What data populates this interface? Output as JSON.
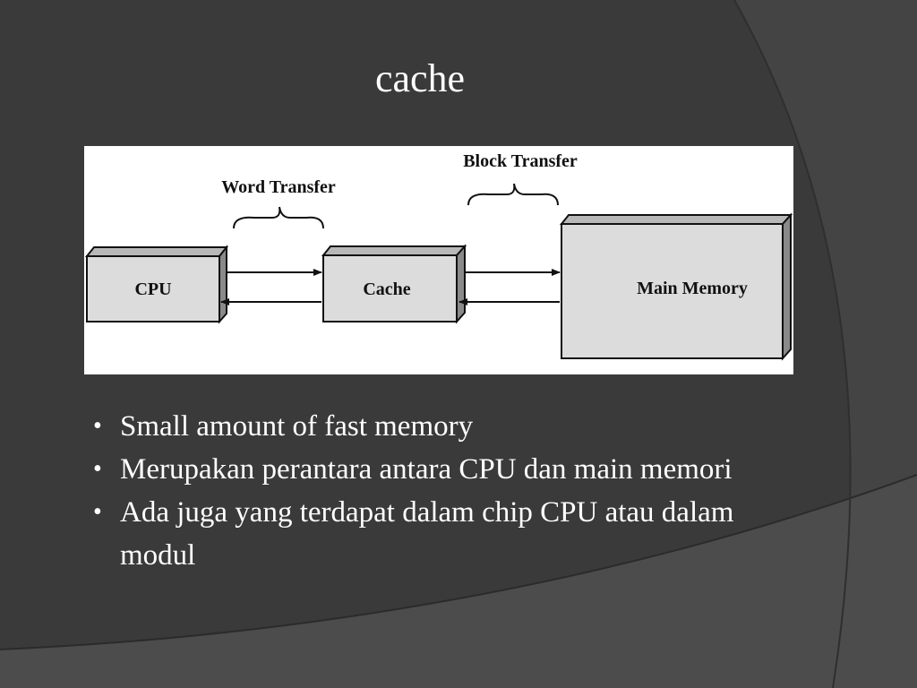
{
  "slide": {
    "title": "cache"
  },
  "diagram": {
    "labels": {
      "word_transfer": "Word Transfer",
      "block_transfer": "Block Transfer",
      "cpu": "CPU",
      "cache": "Cache",
      "main_memory": "Main Memory"
    }
  },
  "bullets": [
    "Small amount of fast memory",
    "Merupakan perantara antara CPU dan main memori",
    "Ada juga yang terdapat dalam chip CPU atau dalam modul"
  ],
  "colors": {
    "background": "#3a3a3a",
    "swoosh_light": "#4c4c4c",
    "box_fill": "#dcdcdc",
    "box_side": "#8a8a8a",
    "text": "#ffffff"
  }
}
